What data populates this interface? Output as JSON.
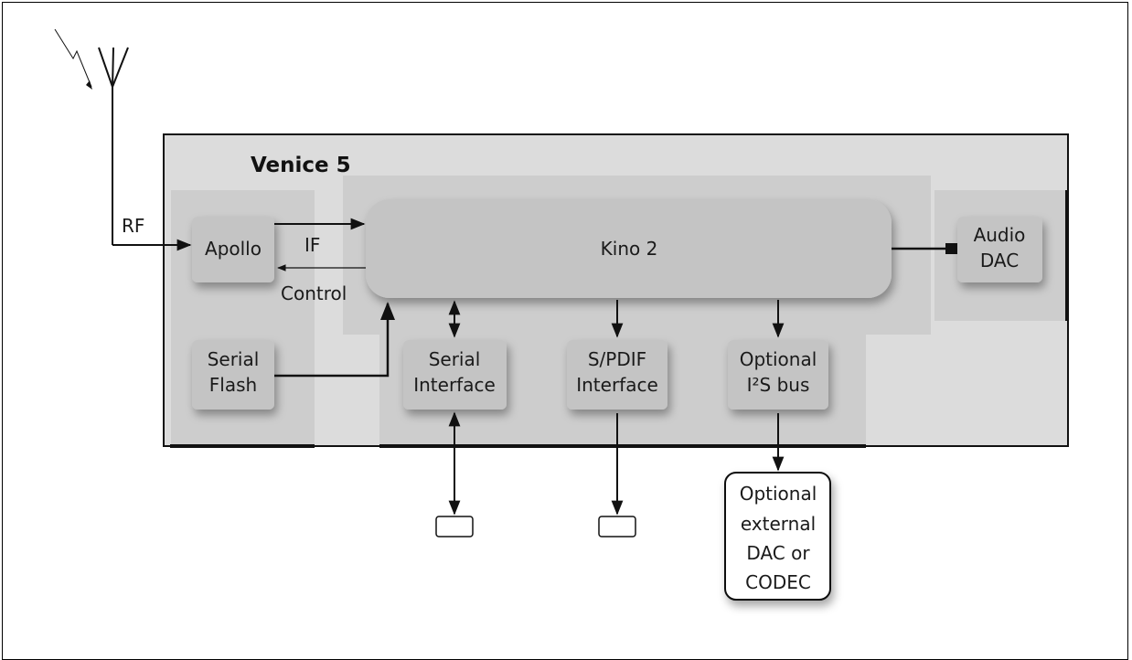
{
  "diagram": {
    "title": "Venice 5",
    "labels": {
      "rf": "RF",
      "if": "IF",
      "control": "Control"
    },
    "blocks": {
      "apollo": "Apollo",
      "kino": "Kino 2",
      "audio_dac": [
        "Audio",
        "DAC"
      ],
      "serial_flash": [
        "Serial",
        "Flash"
      ],
      "serial_interface": [
        "Serial",
        "Interface"
      ],
      "spdif_interface": [
        "S/PDIF",
        "Interface"
      ],
      "i2s_bus": [
        "Optional",
        "I²S bus"
      ],
      "external_codec": [
        "Optional",
        "external",
        "DAC or",
        "CODEC"
      ]
    }
  }
}
